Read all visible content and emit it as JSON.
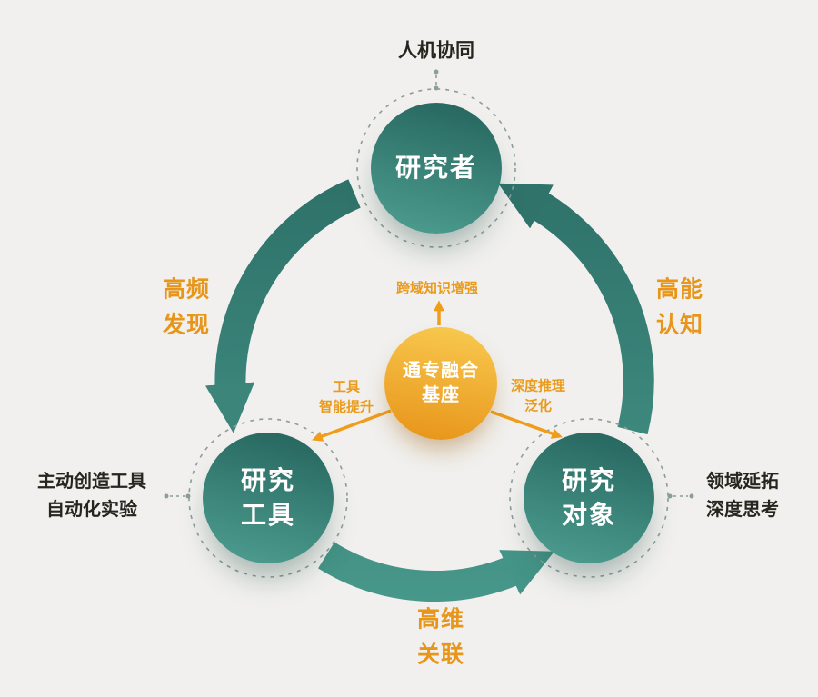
{
  "palette": {
    "background": "#f1f0ee",
    "teal_dark": "#2a6b64",
    "teal_light": "#47978a",
    "core_orange_top": "#f8c84e",
    "core_orange_bottom": "#e8961b",
    "accent_orange": "#ef9d1a",
    "text_dark": "#26261f"
  },
  "nodes": {
    "researcher": {
      "label": "研究者"
    },
    "tools": {
      "label": "研究\n工具"
    },
    "object": {
      "label": "研究\n对象"
    },
    "core": {
      "label": "通专融合\n基座"
    }
  },
  "cycle_labels": {
    "upper_left": "高频\n发现",
    "upper_right": "高能\n认知",
    "bottom": "高维\n关联"
  },
  "annotations": {
    "top": "人机协同",
    "left": "主动创造工具\n自动化实验",
    "right": "领域延拓\n深度思考"
  },
  "core_links": {
    "to_researcher": "跨域知识增强",
    "to_tools": "工具\n智能提升",
    "to_object": "深度推理\n泛化"
  }
}
